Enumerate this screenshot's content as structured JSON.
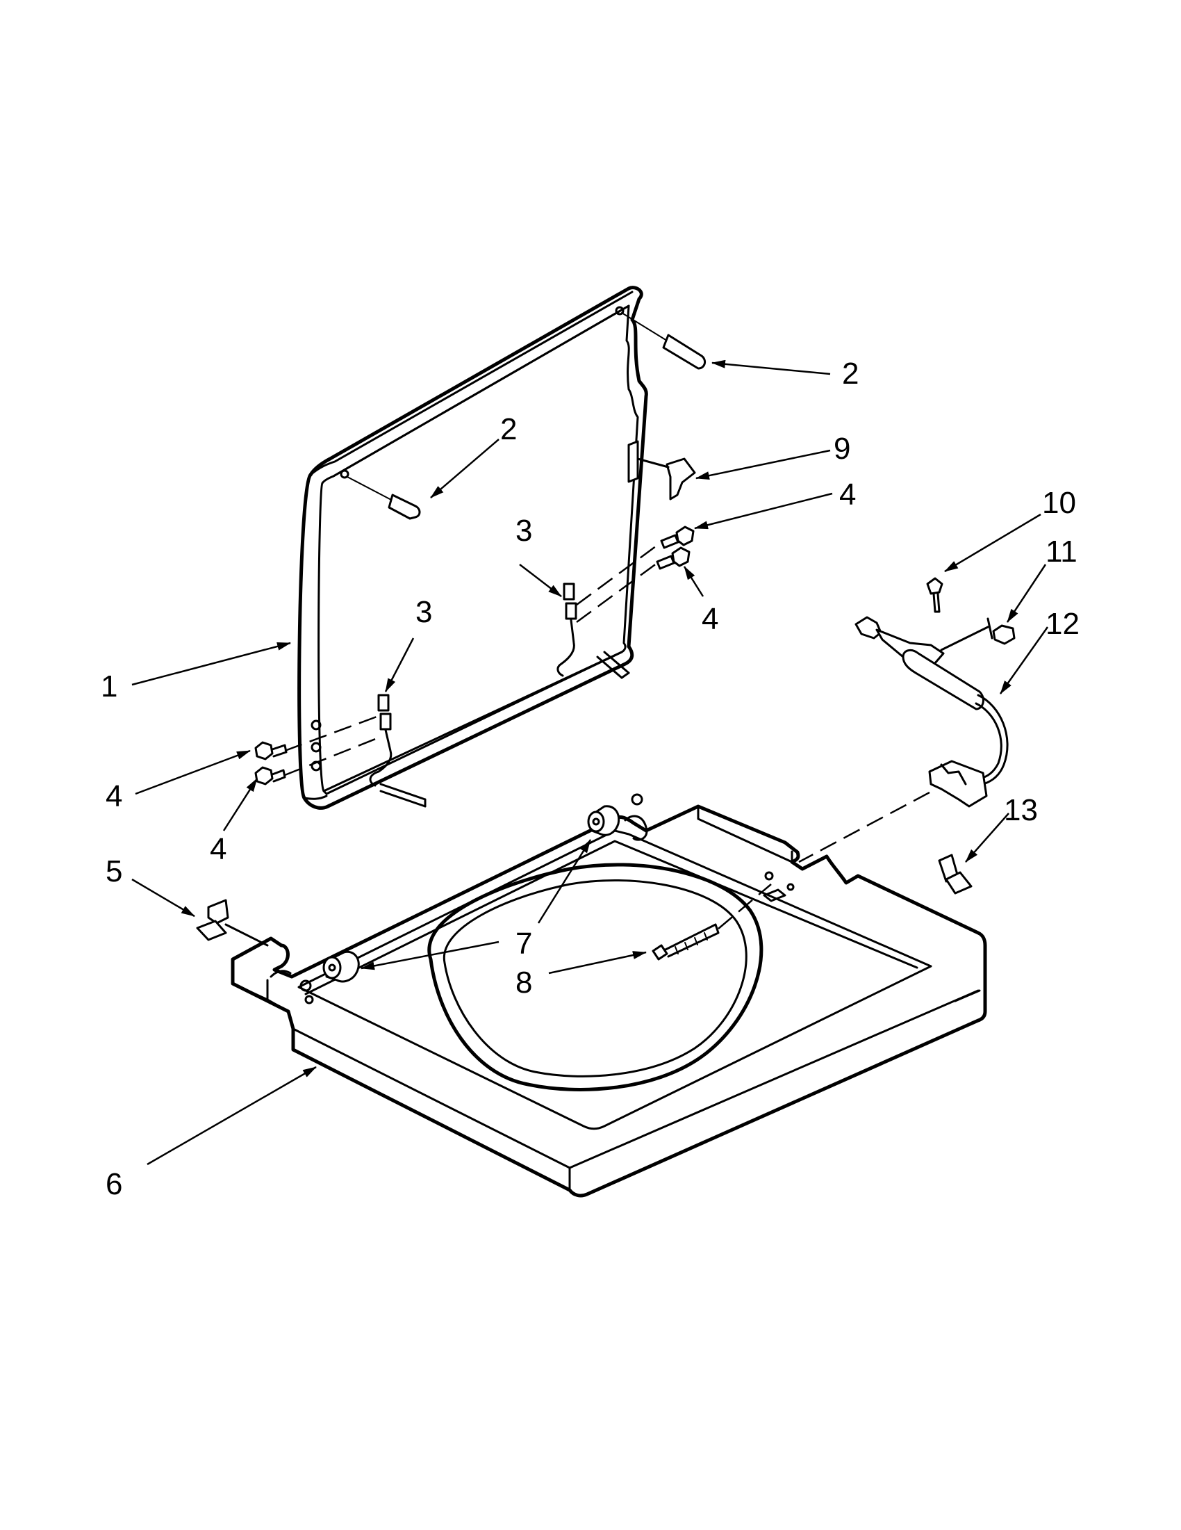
{
  "callouts": {
    "c1": "1",
    "c2a": "2",
    "c2b": "2",
    "c3a": "3",
    "c3b": "3",
    "c4a": "4",
    "c4b": "4",
    "c4c": "4",
    "c4d": "4",
    "c5": "5",
    "c6": "6",
    "c7": "7",
    "c8": "8",
    "c9": "9",
    "c10": "10",
    "c11": "11",
    "c12": "12",
    "c13": "13"
  }
}
